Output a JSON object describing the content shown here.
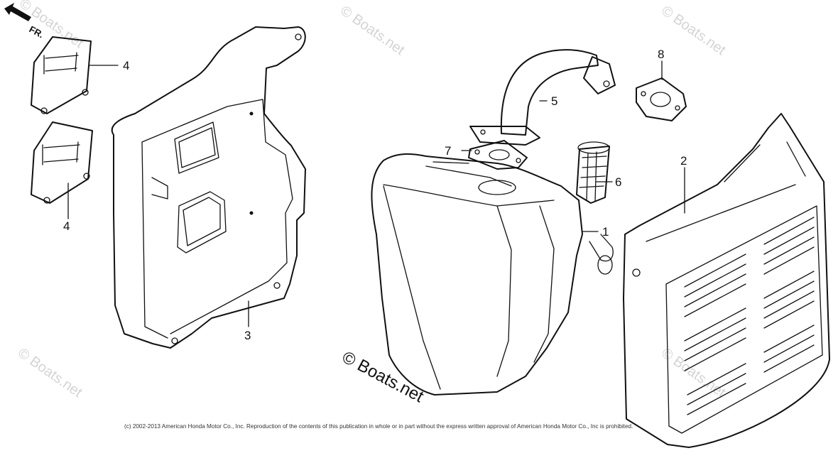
{
  "diagram": {
    "fr_label": "FR.",
    "callouts": {
      "c1": "1",
      "c2": "2",
      "c3": "3",
      "c4a": "4",
      "c4b": "4",
      "c5": "5",
      "c6": "6",
      "c7": "7",
      "c8": "8"
    },
    "watermarks": {
      "wm1": "© Boats.net",
      "wm2": "© Boats.net",
      "wm3": "© Boats.net",
      "wm4": "© Boats.net",
      "wm5": "© Boats.net",
      "center": "© Boats.net"
    },
    "copyright": "(c) 2002-2013 American Honda Motor Co., Inc. Reproduction of the contents of this publication in whole or in part without the express written approval of American Honda Motor Co., Inc is prohibited."
  }
}
